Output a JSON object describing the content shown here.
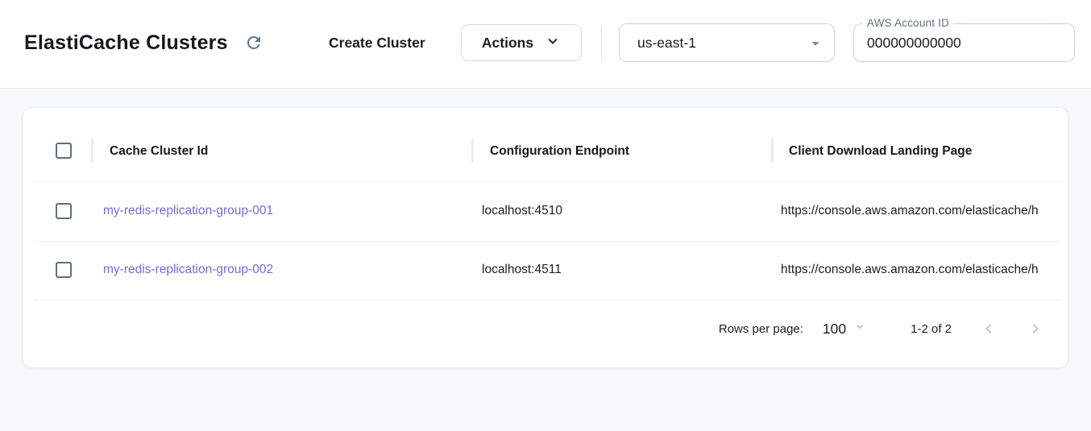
{
  "header": {
    "title": "ElastiCache Clusters",
    "create_button_label": "Create Cluster",
    "actions_button_label": "Actions",
    "region_selected": "us-east-1",
    "account_field": {
      "label": "AWS Account ID",
      "value": "000000000000"
    }
  },
  "table": {
    "columns": [
      "Cache Cluster Id",
      "Configuration Endpoint",
      "Client Download Landing Page"
    ],
    "rows": [
      {
        "cache_cluster_id": "my-redis-replication-group-001",
        "configuration_endpoint": "localhost:4510",
        "client_download_landing_page": "https://console.aws.amazon.com/elasticache/h"
      },
      {
        "cache_cluster_id": "my-redis-replication-group-002",
        "configuration_endpoint": "localhost:4511",
        "client_download_landing_page": "https://console.aws.amazon.com/elasticache/h"
      }
    ],
    "pagination": {
      "rows_per_page_label": "Rows per page:",
      "rows_per_page_value": "100",
      "range_label": "1-2 of 2"
    }
  },
  "colors": {
    "link": "#7b68e0",
    "icon_slate": "#64748b",
    "background": "#f7f8fa",
    "card": "#ffffff"
  }
}
